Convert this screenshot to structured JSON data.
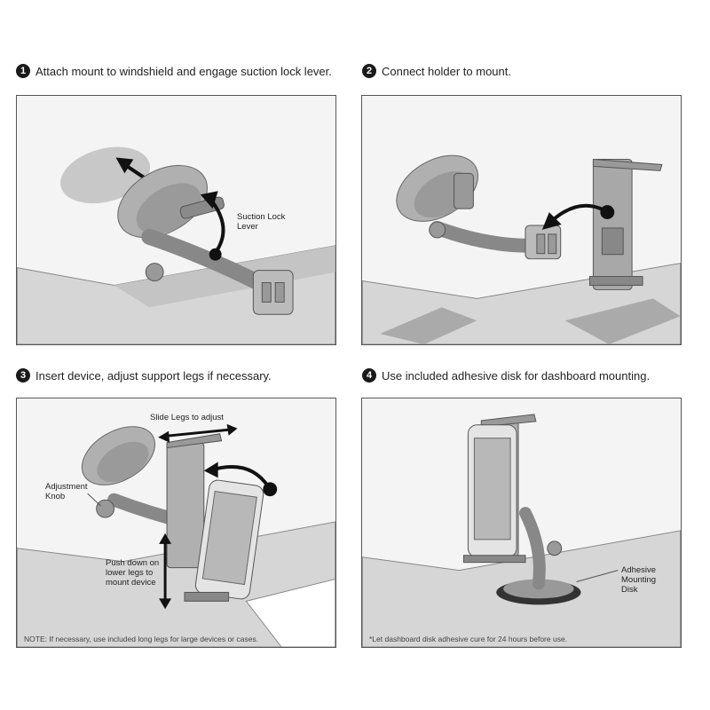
{
  "steps": [
    {
      "number": "1",
      "title": "Attach mount to windshield and engage suction lock lever.",
      "labels": {
        "lever": "Suction Lock\nLever"
      }
    },
    {
      "number": "2",
      "title": "Connect holder to mount."
    },
    {
      "number": "3",
      "title": "Insert device, adjust support legs if necessary.",
      "labels": {
        "slide": "Slide Legs to adjust",
        "knob": "Adjustment\nKnob",
        "push": "Push down on\nlower legs to\nmount device"
      },
      "note": "NOTE: If necessary, use included long legs for large devices or cases."
    },
    {
      "number": "4",
      "title": "Use included adhesive disk for dashboard mounting.",
      "labels": {
        "disk": "Adhesive\nMounting\nDisk"
      },
      "note": "*Let dashboard disk adhesive cure for 24 hours before use."
    }
  ]
}
